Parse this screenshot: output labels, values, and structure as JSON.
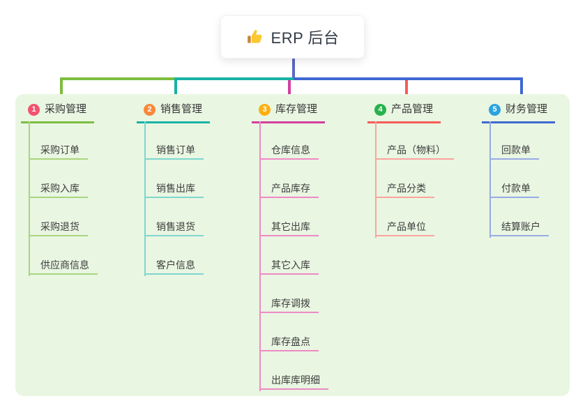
{
  "root": {
    "label": "ERP 后台",
    "icon": "thumbs-up-icon"
  },
  "connectors": {
    "stem": "#5a69c2",
    "bus_left": "#7cbd3f",
    "bus_mid": "#18b2a5",
    "bus_right": "#3f68d1",
    "drop_1": "#7cbd3f",
    "drop_2": "#18b2a5",
    "drop_3": "#d33f9e",
    "drop_4": "#f75b56",
    "drop_5": "#3f68d1"
  },
  "colors": {
    "page_bg": "#ffffff",
    "board_bg": "#e9f6e2",
    "root_text": "#333a46",
    "title_text": "#363636",
    "item_text": "#3d3d3d",
    "emoji_yellow": "#fac832",
    "emoji_cuff": "#c98633"
  },
  "branches": [
    {
      "num": "1",
      "title": "采购管理",
      "badge_color": "#f4536e",
      "line_color": "#7cbd3f",
      "line_light": "#a9d67d",
      "items": [
        "采购订单",
        "采购入库",
        "采购退货",
        "供应商信息"
      ]
    },
    {
      "num": "2",
      "title": "销售管理",
      "badge_color": "#f8893a",
      "line_color": "#18b2a5",
      "line_light": "#7ed7cd",
      "items": [
        "销售订单",
        "销售出库",
        "销售退货",
        "客户信息"
      ]
    },
    {
      "num": "3",
      "title": "库存管理",
      "badge_color": "#fbb013",
      "line_color": "#d33f9e",
      "line_light": "#ee8ac5",
      "items": [
        "仓库信息",
        "产品库存",
        "其它出库",
        "其它入库",
        "库存调拨",
        "库存盘点",
        "出库库明细"
      ]
    },
    {
      "num": "4",
      "title": "产品管理",
      "badge_color": "#27b24b",
      "line_color": "#f75b56",
      "line_light": "#fba49f",
      "items": [
        "产品（物料）",
        "产品分类",
        "产品单位"
      ]
    },
    {
      "num": "5",
      "title": "财务管理",
      "badge_color": "#2ca3e1",
      "line_color": "#3f68d1",
      "line_light": "#97abe3",
      "items": [
        "回款单",
        "付款单",
        "结算账户"
      ]
    }
  ]
}
